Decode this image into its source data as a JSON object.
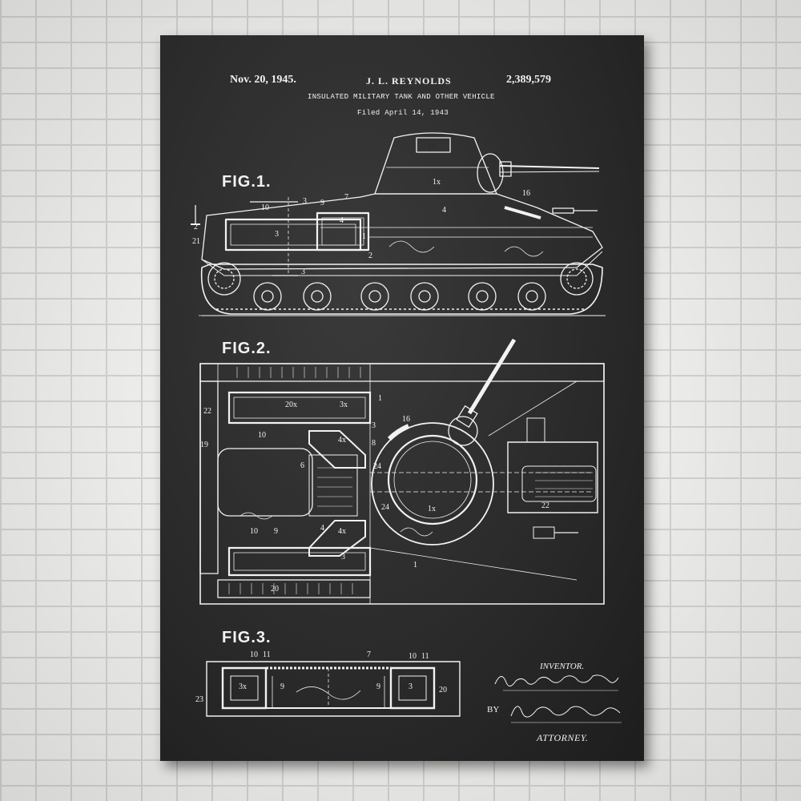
{
  "patent": {
    "date": "Nov. 20, 1945.",
    "inventor_name": "J. L. REYNOLDS",
    "number": "2,389,579",
    "title": "INSULATED MILITARY TANK AND OTHER VEHICLE",
    "filed": "Filed April 14, 1943"
  },
  "figures": {
    "fig1": "FIG.1.",
    "fig2": "FIG.2.",
    "fig3": "FIG.3."
  },
  "signature": {
    "inventor_label": "INVENTOR.",
    "by_label": "BY",
    "attorney_label": "ATTORNEY."
  },
  "refs": {
    "fig1": [
      "16",
      "1x",
      "4",
      "16",
      "10",
      "9",
      "7",
      "3",
      "4",
      "3",
      "1",
      "2",
      "21",
      "2",
      "3"
    ],
    "fig2": [
      "1",
      "20x",
      "3x",
      "3",
      "22",
      "10",
      "4x",
      "8",
      "16",
      "19",
      "6",
      "24",
      "24",
      "1x",
      "22",
      "10",
      "9",
      "4",
      "4x",
      "3",
      "20",
      "1"
    ],
    "fig3": [
      "10",
      "11",
      "7",
      "10",
      "11",
      "3x",
      "9",
      "9",
      "3",
      "20",
      "23"
    ]
  },
  "colors": {
    "poster_background": "#2b2b2b",
    "drawing_lines": "#f2f2f2",
    "wall": "#eeeeec"
  }
}
